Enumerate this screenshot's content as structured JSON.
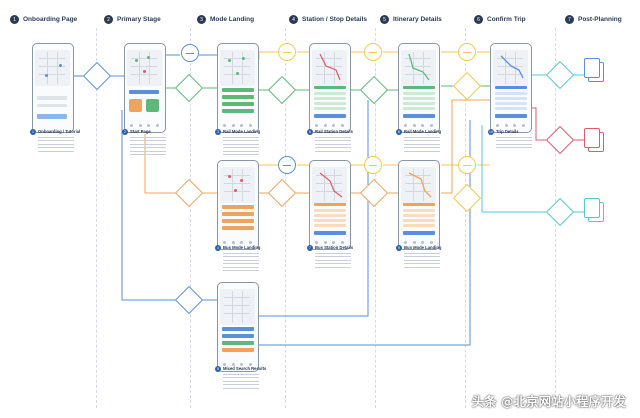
{
  "columns": [
    {
      "num": "1",
      "title": "Onboarding Page"
    },
    {
      "num": "2",
      "title": "Primary Stage"
    },
    {
      "num": "3",
      "title": "Mode Landing"
    },
    {
      "num": "4",
      "title": "Station / Stop Details"
    },
    {
      "num": "5",
      "title": "Itinerary Details"
    },
    {
      "num": "6",
      "title": "Confirm Trip"
    },
    {
      "num": "7",
      "title": "Post-Planning"
    }
  ],
  "screens": [
    {
      "num": "1",
      "label": "Onboarding / Tutorial"
    },
    {
      "num": "2",
      "label": "Start Page"
    },
    {
      "num": "3",
      "label": "Rail Mode Landing"
    },
    {
      "num": "4",
      "label": "Bus Mode Landing"
    },
    {
      "num": "5",
      "label": "Mixed Search Results"
    },
    {
      "num": "6",
      "label": "Rail Station Details"
    },
    {
      "num": "7",
      "label": "Bus Station Details"
    },
    {
      "num": "8",
      "label": "Rail Mode Landing"
    },
    {
      "num": "9",
      "label": "Bus Mode Landing"
    },
    {
      "num": "10",
      "label": "Trip Details"
    }
  ],
  "colors": {
    "blue": "#5b8fd9",
    "orange": "#f0a35e",
    "green": "#5fb87a",
    "yellow": "#f2c94c",
    "red": "#e05a68",
    "teal": "#55c7d6",
    "navy": "#2b3a55"
  },
  "watermark": "头条 @北京网站小程序开发"
}
